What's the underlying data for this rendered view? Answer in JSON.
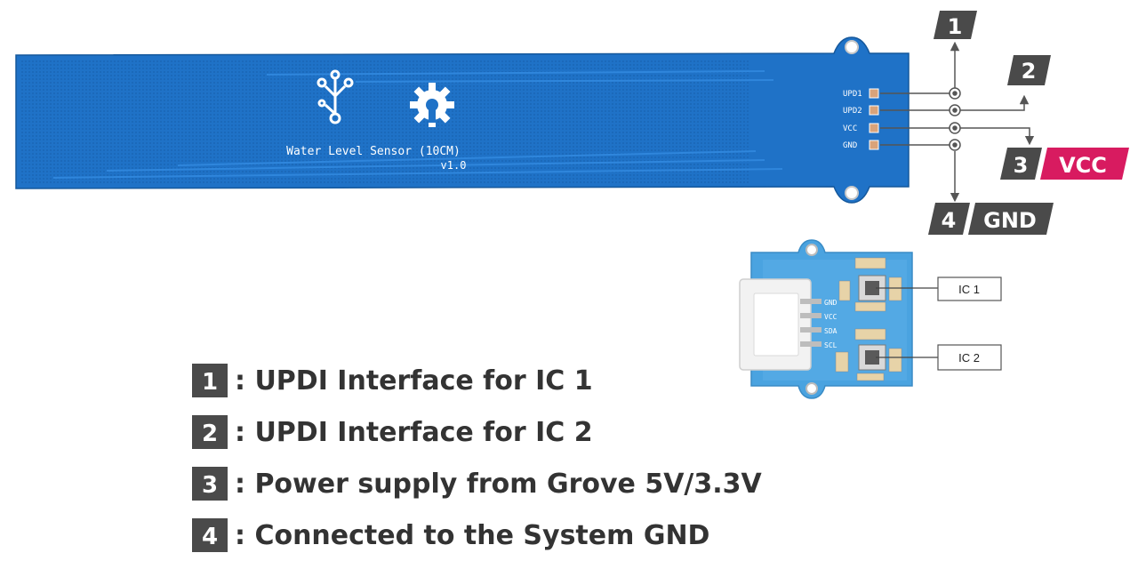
{
  "sensor_board": {
    "title": "Water Level Sensor (10CM)",
    "version": "v1.0",
    "pads": [
      "UPD1",
      "UPD2",
      "VCC",
      "GND"
    ]
  },
  "pin_badges": [
    {
      "num": "1",
      "label": ""
    },
    {
      "num": "2",
      "label": ""
    },
    {
      "num": "3",
      "label": "VCC"
    },
    {
      "num": "4",
      "label": "GND"
    }
  ],
  "module_board": {
    "pins": [
      "GND",
      "VCC",
      "SDA",
      "SCL"
    ],
    "callouts": [
      "IC 1",
      "IC 2"
    ]
  },
  "legend": [
    {
      "num": "1",
      "text": ": UPDI Interface for IC 1"
    },
    {
      "num": "2",
      "text": ": UPDI Interface for IC 2"
    },
    {
      "num": "3",
      "text": ": Power supply from Grove 5V/3.3V"
    },
    {
      "num": "4",
      "text": ": Connected to the System GND"
    }
  ],
  "colors": {
    "pcb_blue": "#1f72c7",
    "badge_dark": "#4a4a4a",
    "vcc_magenta": "#d81b60"
  }
}
